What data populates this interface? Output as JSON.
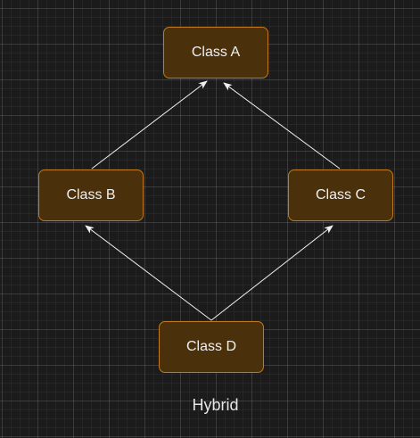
{
  "diagram": {
    "nodes": {
      "class_a": "Class A",
      "class_b": "Class B",
      "class_c": "Class C",
      "class_d": "Class D"
    },
    "edges": [
      {
        "from": "Class B",
        "to": "Class A"
      },
      {
        "from": "Class C",
        "to": "Class A"
      },
      {
        "from": "Class D",
        "to": "Class B"
      },
      {
        "from": "Class D",
        "to": "Class C"
      }
    ],
    "caption": "Hybrid",
    "colors": {
      "node_fill": "#4a300b",
      "node_border": "#c27a1a",
      "edge": "#f0f0f0",
      "background": "#1b1b1b"
    }
  }
}
